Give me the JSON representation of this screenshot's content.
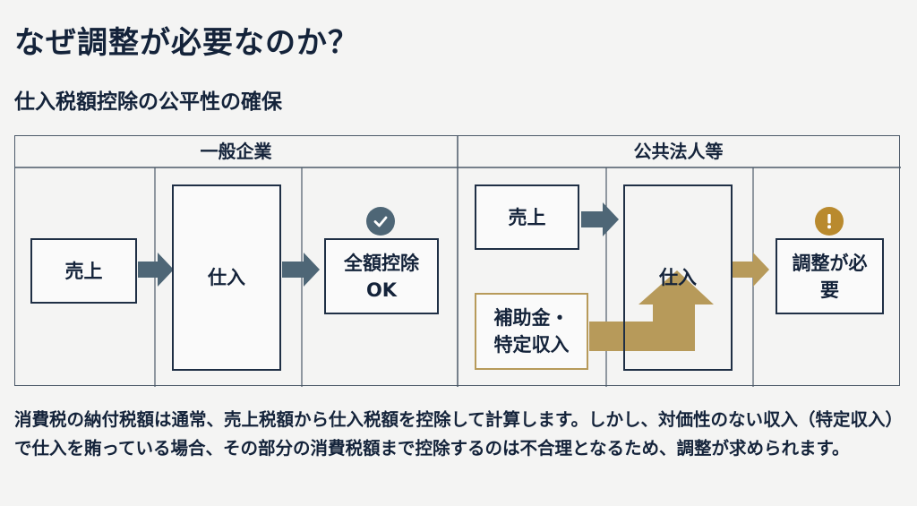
{
  "title": "なぜ調整が必要なのか？",
  "subtitle": "仕入税額控除の公平性の確保",
  "left_section": {
    "header": "一般企業",
    "sales": "売上",
    "purchase": "仕入",
    "result_line1": "全額控除",
    "result_line2": "OK",
    "result_icon": "check-icon"
  },
  "right_section": {
    "header": "公共法人等",
    "sales": "売上",
    "subsidy_line1": "補助金・",
    "subsidy_line2": "特定収入",
    "purchase": "仕入",
    "result_line1": "調整が必",
    "result_line2": "要",
    "result_icon": "exclamation-icon"
  },
  "colors": {
    "navy": "#1f2f45",
    "arrow_slate": "#4e6676",
    "gold": "#b79a5a",
    "check_badge": "#4e6676",
    "warning_badge": "#b98a2e"
  },
  "description": "消費税の納付税額は通常、売上税額から仕入税額を控除して計算します。しかし、対価性のない収入（特定収入）で仕入を賄っている場合、その部分の消費税額まで控除するのは不合理となるため、調整が求められます。"
}
